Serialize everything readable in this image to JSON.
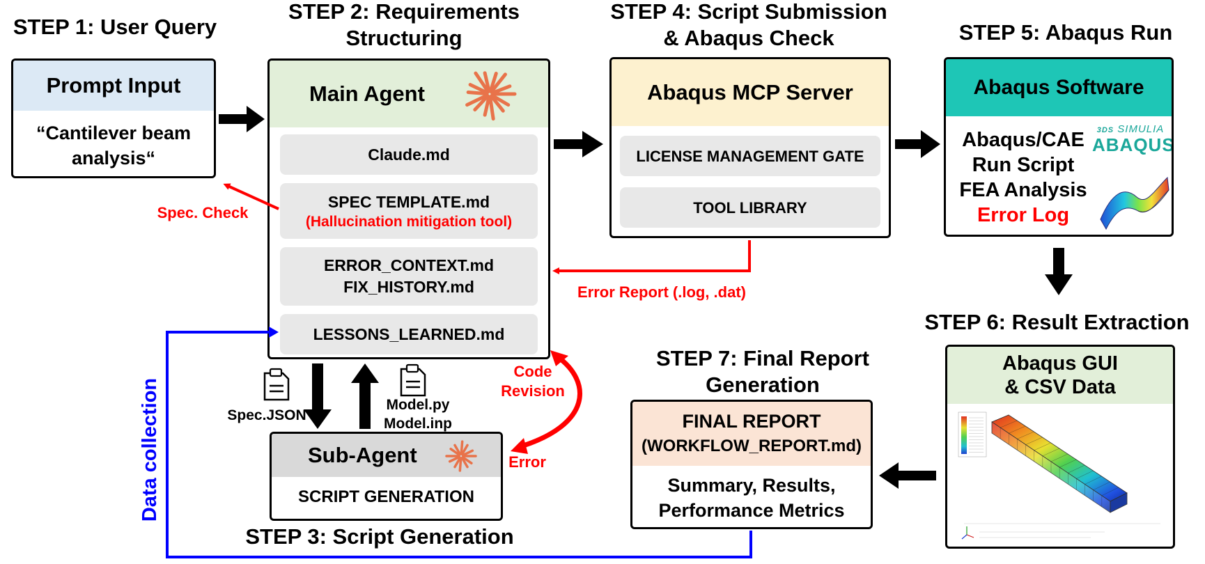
{
  "steps": {
    "step1": "STEP 1: User Query",
    "step2_line1": "STEP 2: Requirements",
    "step2_line2": "Structuring",
    "step3": "STEP 3: Script Generation",
    "step4_line1": "STEP 4: Script Submission",
    "step4_line2": "& Abaqus Check",
    "step5": "STEP 5: Abaqus Run",
    "step6": "STEP 6: Result Extraction",
    "step7_line1": "STEP 7: Final Report",
    "step7_line2": "Generation"
  },
  "prompt": {
    "title": "Prompt Input",
    "line1": "“Cantilever beam",
    "line2": "analysis“"
  },
  "main_agent": {
    "title": "Main Agent",
    "items": [
      {
        "line1": "Claude.md"
      },
      {
        "line1": "SPEC TEMPLATE.md",
        "note": "(Hallucination mitigation tool)"
      },
      {
        "line1": "ERROR_CONTEXT.md",
        "line2": "FIX_HISTORY.md"
      },
      {
        "line1": "LESSONS_LEARNED.md"
      }
    ]
  },
  "sub_agent": {
    "title": "Sub-Agent",
    "subtitle": "SCRIPT GENERATION"
  },
  "mcp_server": {
    "title": "Abaqus MCP Server",
    "items": [
      "LICENSE MANAGEMENT GATE",
      "TOOL LIBRARY"
    ]
  },
  "abaqus_software": {
    "title": "Abaqus Software",
    "lines": [
      "Abaqus/CAE",
      "Run Script",
      "FEA Analysis"
    ],
    "error_line": "Error Log",
    "logo_brand": "SIMULIA",
    "logo_product": "ABAQUS",
    "logo_mark": "3DS"
  },
  "result": {
    "title_line1": "Abaqus GUI",
    "title_line2": "& CSV Data"
  },
  "final_report": {
    "title_line1": "FINAL REPORT",
    "title_line2": "(WORKFLOW_REPORT.md)",
    "body_line1": "Summary, Results,",
    "body_line2": "Performance Metrics"
  },
  "labels": {
    "spec_check": "Spec. Check",
    "error_report": "Error Report (.log, .dat)",
    "code_revision_line1": "Code",
    "code_revision_line2": "Revision",
    "error": "Error",
    "spec_json": "Spec.JSON",
    "model_py": "Model.py",
    "model_inp": "Model.inp",
    "data_collection": "Data collection"
  },
  "colors": {
    "prompt_header": "#dce9f5",
    "main_header": "#e2efd9",
    "mcp_header": "#fdf1cf",
    "abaqus_header": "#1ec6b6",
    "result_header": "#e2efd9",
    "report_header": "#fbe4d5",
    "sub_header": "#d9d9d9",
    "pill": "#e8e8e8",
    "claude_orange": "#e8734a",
    "red": "#ff0000",
    "blue": "#0000ff"
  }
}
